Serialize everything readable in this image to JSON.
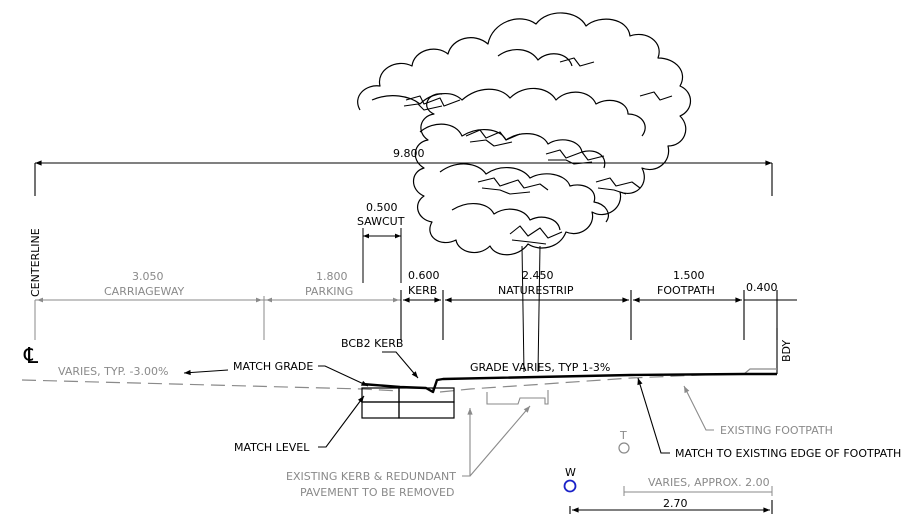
{
  "colors": {
    "ink": "#000000",
    "grey": "#8a8a8a",
    "blue": "#1a22c8"
  },
  "dimensions": {
    "overall": "9.800",
    "sawcut_value": "0.500",
    "sawcut_label": "SAWCUT",
    "carriageway_value": "3.050",
    "carriageway_label": "CARRIAGEWAY",
    "parking_value": "1.800",
    "parking_label": "PARKING",
    "kerb_value": "0.600",
    "kerb_label": "KERB",
    "naturestrip_value": "2.450",
    "naturestrip_label": "NATURESTRIP",
    "footpath_value": "1.500",
    "footpath_label": "FOOTPATH",
    "boundary_gap": "0.400",
    "varies_approx": "VARIES, APPROX. 2.00",
    "bottom_width": "2.70"
  },
  "labels": {
    "centerline": "CENTERLINE",
    "centerline_symbol": "℄",
    "bdy": "BDY",
    "varies_typ": "VARIES, TYP. -3.00%",
    "match_grade": "MATCH GRADE",
    "bcb2_kerb": "BCB2 KERB",
    "grade_varies": "GRADE VARIES, TYP 1-3%",
    "match_level": "MATCH LEVEL",
    "existing_kerb_line1": "EXISTING KERB & REDUNDANT",
    "existing_kerb_line2": "PAVEMENT TO BE REMOVED",
    "existing_footpath": "EXISTING FOOTPATH",
    "match_existing_edge": "MATCH TO EXISTING EDGE OF FOOTPATH",
    "tree_t": "T",
    "tree_w": "W"
  }
}
